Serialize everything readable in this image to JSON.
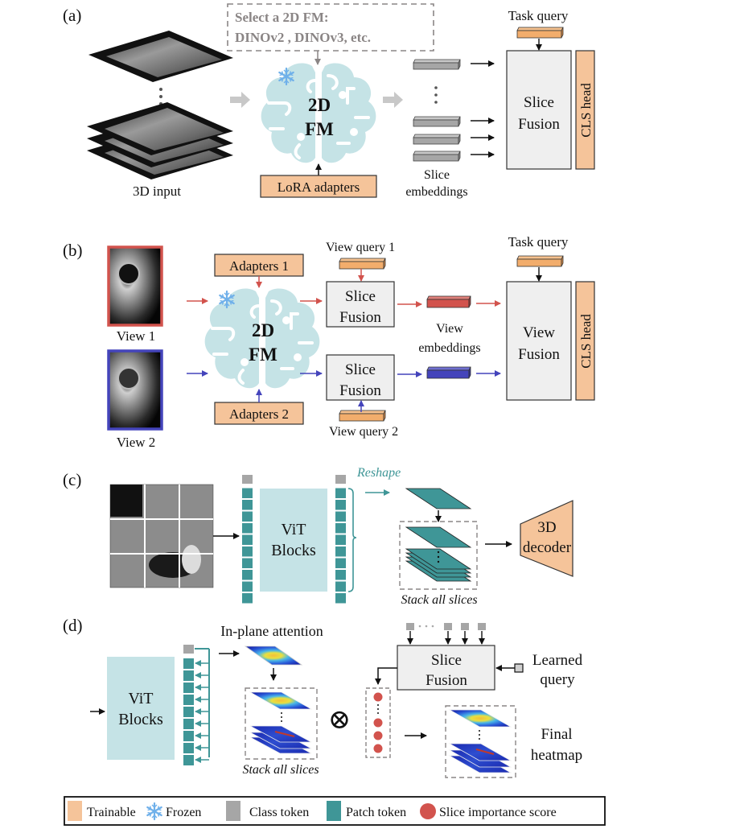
{
  "colors": {
    "trainable": "#f5c49a",
    "query_orange": "#f2ad6c",
    "frozen_blue": "#6fb0ea",
    "brain": "#c5e3e6",
    "class_token": "#a6a6a6",
    "patch_token": "#3f9697",
    "slice_score": "#d2534d",
    "view1_red": "#d2534d",
    "view2_blue": "#4444bb",
    "fusion_box": "#efefef"
  },
  "panel_a": {
    "label": "(a)",
    "select_fm_line1": "Select a 2D FM:",
    "select_fm_line2": "DINOv2 , DINOv3, etc.",
    "input_caption": "3D input",
    "fm_line1": "2D",
    "fm_line2": "FM",
    "lora": "LoRA adapters",
    "embeddings_line1": "Slice",
    "embeddings_line2": "embeddings",
    "task_query": "Task query",
    "fusion_line1": "Slice",
    "fusion_line2": "Fusion",
    "cls_head": "CLS head"
  },
  "panel_b": {
    "label": "(b)",
    "view1": "View 1",
    "view2": "View 2",
    "adapters1": "Adapters 1",
    "adapters2": "Adapters 2",
    "fm_line1": "2D",
    "fm_line2": "FM",
    "view_query1": "View query 1",
    "view_query2": "View query 2",
    "slice_fusion_line1": "Slice",
    "slice_fusion_line2": "Fusion",
    "view_emb_line1": "View",
    "view_emb_line2": "embeddings",
    "task_query": "Task query",
    "view_fusion_line1": "View",
    "view_fusion_line2": "Fusion",
    "cls_head": "CLS head"
  },
  "panel_c": {
    "label": "(c)",
    "vit_line1": "ViT",
    "vit_line2": "Blocks",
    "reshape": "Reshape",
    "stack": "Stack all slices",
    "decoder_line1": "3D",
    "decoder_line2": "decoder"
  },
  "panel_d": {
    "label": "(d)",
    "inplane": "In-plane attention",
    "vit_line1": "ViT",
    "vit_line2": "Blocks",
    "stack": "Stack all slices",
    "otimes": "⊗",
    "fusion_line1": "Slice",
    "fusion_line2": "Fusion",
    "learned_line1": "Learned",
    "learned_line2": "query",
    "final_line1": "Final",
    "final_line2": "heatmap"
  },
  "legend": {
    "items": [
      {
        "icon": "trainable-swatch",
        "label": "Trainable"
      },
      {
        "icon": "snowflake-icon",
        "label": "Frozen"
      },
      {
        "icon": "class-token-swatch",
        "label": "Class token"
      },
      {
        "icon": "patch-token-swatch",
        "label": "Patch token"
      },
      {
        "icon": "slice-score-dot",
        "label": "Slice importance score"
      }
    ]
  }
}
